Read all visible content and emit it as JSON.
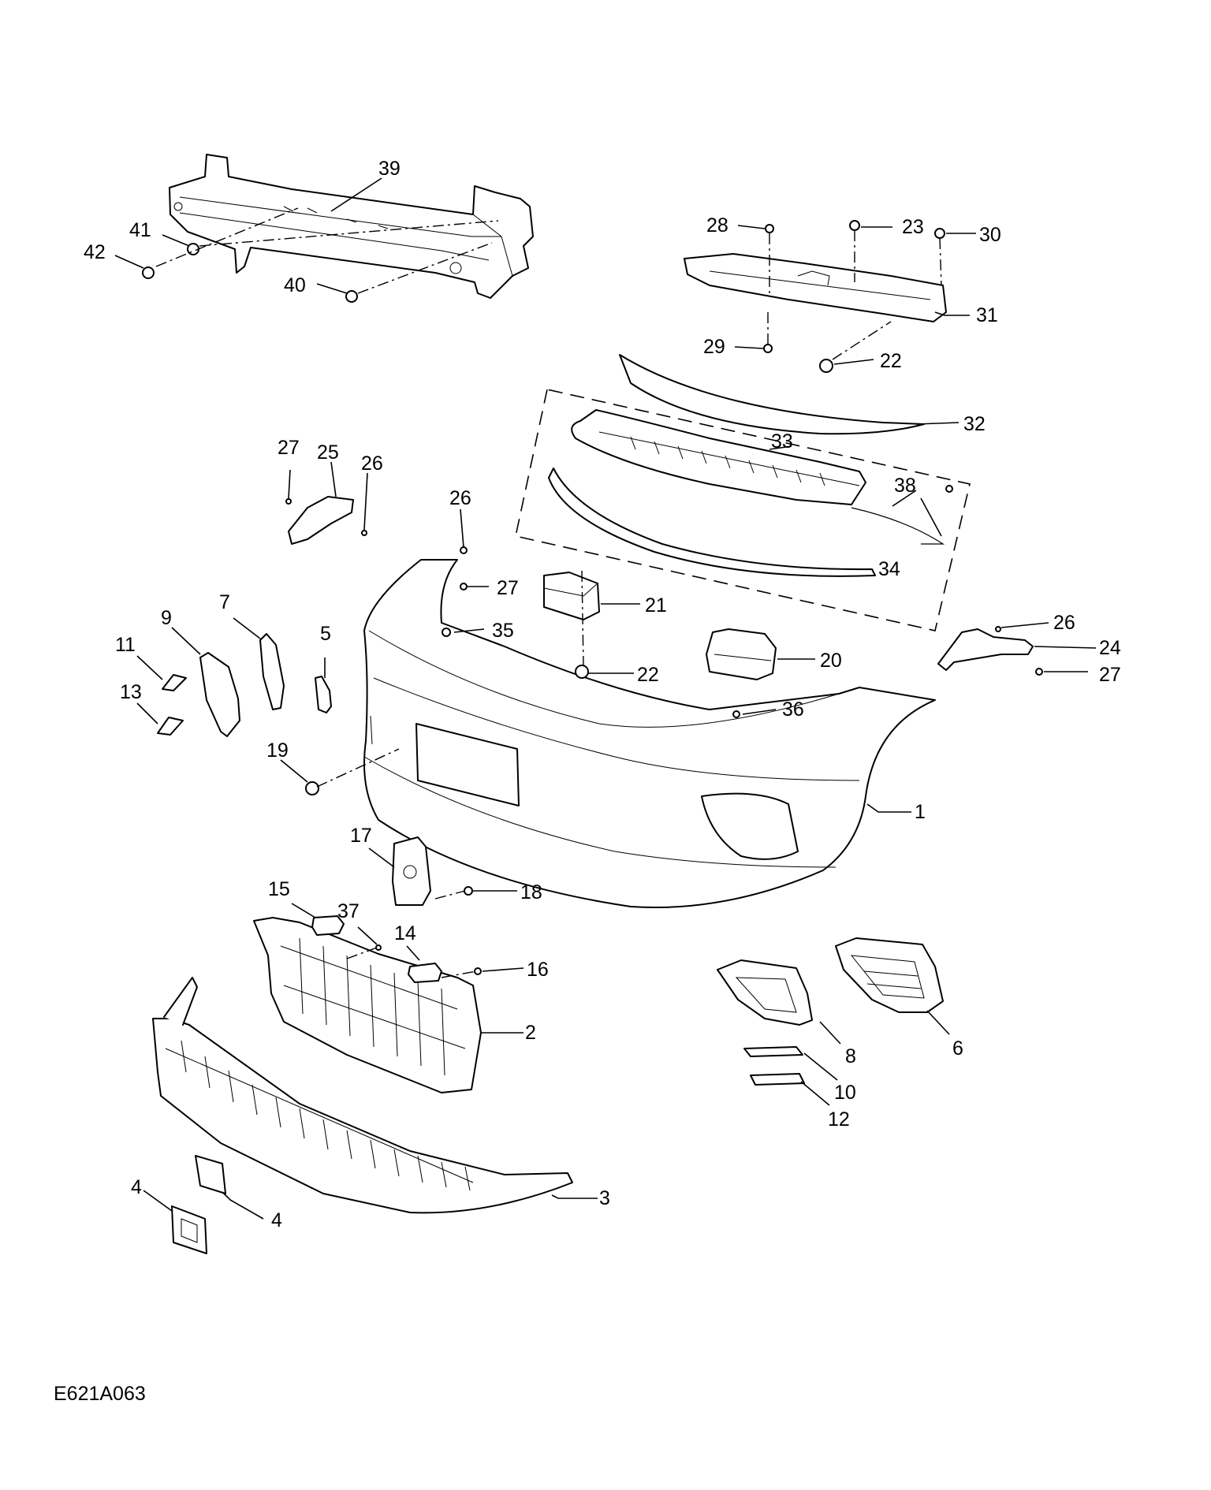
{
  "callouts": [
    {
      "id": "1",
      "text": "1"
    },
    {
      "id": "2",
      "text": "2"
    },
    {
      "id": "3",
      "text": "3"
    },
    {
      "id": "4a",
      "text": "4"
    },
    {
      "id": "4b",
      "text": "4"
    },
    {
      "id": "5",
      "text": "5"
    },
    {
      "id": "6",
      "text": "6"
    },
    {
      "id": "7",
      "text": "7"
    },
    {
      "id": "8",
      "text": "8"
    },
    {
      "id": "9",
      "text": "9"
    },
    {
      "id": "10",
      "text": "10"
    },
    {
      "id": "11",
      "text": "11"
    },
    {
      "id": "12",
      "text": "12"
    },
    {
      "id": "13",
      "text": "13"
    },
    {
      "id": "14",
      "text": "14"
    },
    {
      "id": "15",
      "text": "15"
    },
    {
      "id": "16",
      "text": "16"
    },
    {
      "id": "17",
      "text": "17"
    },
    {
      "id": "18",
      "text": "18"
    },
    {
      "id": "19",
      "text": "19"
    },
    {
      "id": "20",
      "text": "20"
    },
    {
      "id": "21",
      "text": "21"
    },
    {
      "id": "22a",
      "text": "22"
    },
    {
      "id": "22b",
      "text": "22"
    },
    {
      "id": "23",
      "text": "23"
    },
    {
      "id": "24",
      "text": "24"
    },
    {
      "id": "25",
      "text": "25"
    },
    {
      "id": "26a",
      "text": "26"
    },
    {
      "id": "26b",
      "text": "26"
    },
    {
      "id": "26c",
      "text": "26"
    },
    {
      "id": "27a",
      "text": "27"
    },
    {
      "id": "27b",
      "text": "27"
    },
    {
      "id": "27c",
      "text": "27"
    },
    {
      "id": "28",
      "text": "28"
    },
    {
      "id": "29",
      "text": "29"
    },
    {
      "id": "30",
      "text": "30"
    },
    {
      "id": "31",
      "text": "31"
    },
    {
      "id": "32",
      "text": "32"
    },
    {
      "id": "33",
      "text": "33"
    },
    {
      "id": "34",
      "text": "34"
    },
    {
      "id": "35",
      "text": "35"
    },
    {
      "id": "36",
      "text": "36"
    },
    {
      "id": "37",
      "text": "37"
    },
    {
      "id": "38",
      "text": "38"
    },
    {
      "id": "39",
      "text": "39"
    },
    {
      "id": "40",
      "text": "40"
    },
    {
      "id": "41",
      "text": "41"
    },
    {
      "id": "42",
      "text": "42"
    }
  ],
  "reference_code": "E621A063"
}
